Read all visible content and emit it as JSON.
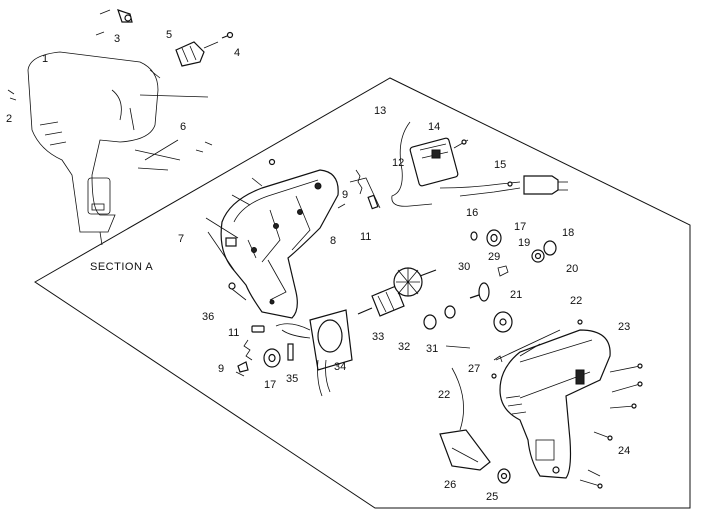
{
  "section_label": "SECTION A",
  "parts": {
    "p1": "1",
    "p2": "2",
    "p3": "3",
    "p4": "4",
    "p5": "5",
    "p6": "6",
    "p7": "7",
    "p8": "8",
    "p9a": "9",
    "p9b": "9",
    "p11a": "11",
    "p11b": "11",
    "p12": "12",
    "p13": "13",
    "p14": "14",
    "p15": "15",
    "p16": "16",
    "p17a": "17",
    "p17b": "17",
    "p18": "18",
    "p19": "19",
    "p20": "20",
    "p21": "21",
    "p22a": "22",
    "p22b": "22",
    "p23": "23",
    "p24": "24",
    "p25": "25",
    "p26": "26",
    "p27": "27",
    "p29": "29",
    "p30": "30",
    "p31": "31",
    "p32": "32",
    "p33": "33",
    "p34": "34",
    "p35": "35",
    "p36": "36"
  }
}
